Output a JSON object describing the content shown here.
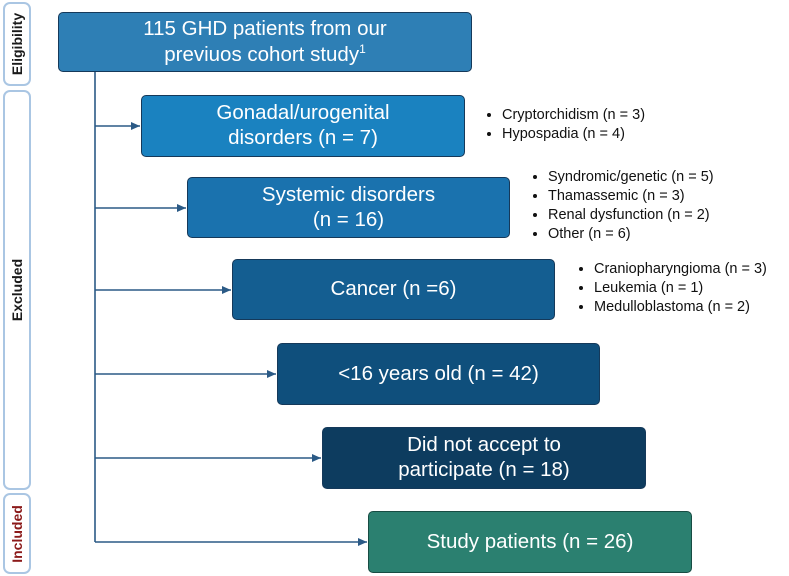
{
  "stages": {
    "eligibility": "Eligibility",
    "excluded": "Excluded",
    "included": "Included"
  },
  "boxes": {
    "top": {
      "text": "115 GHD patients from our\npreviuos cohort study",
      "superscript": "1"
    },
    "gonadal": "Gonadal/urogenital\ndisorders (n = 7)",
    "systemic": "Systemic disorders\n(n = 16)",
    "cancer": "Cancer (n =6)",
    "age": "<16 years old (n = 42)",
    "accept": "Did not accept to\nparticipate (n = 18)",
    "study": "Study patients (n = 26)"
  },
  "notes": {
    "gonadal": [
      "Cryptorchidism (n = 3)",
      "Hypospadia (n = 4)"
    ],
    "systemic": [
      "Syndromic/genetic (n = 5)",
      "Thamassemic (n = 3)",
      "Renal dysfunction (n = 2)",
      "Other (n = 6)"
    ],
    "cancer": [
      "Craniopharyngioma (n = 3)",
      "Leukemia (n = 1)",
      "Medulloblastoma (n = 2)"
    ]
  },
  "colors": {
    "eligibility_label": "#1a1a1a",
    "excluded_label": "#1a1a1a",
    "included_label": "#8b1a1a",
    "tab_border": "#aac6e3",
    "connector": "#2b5a86"
  }
}
